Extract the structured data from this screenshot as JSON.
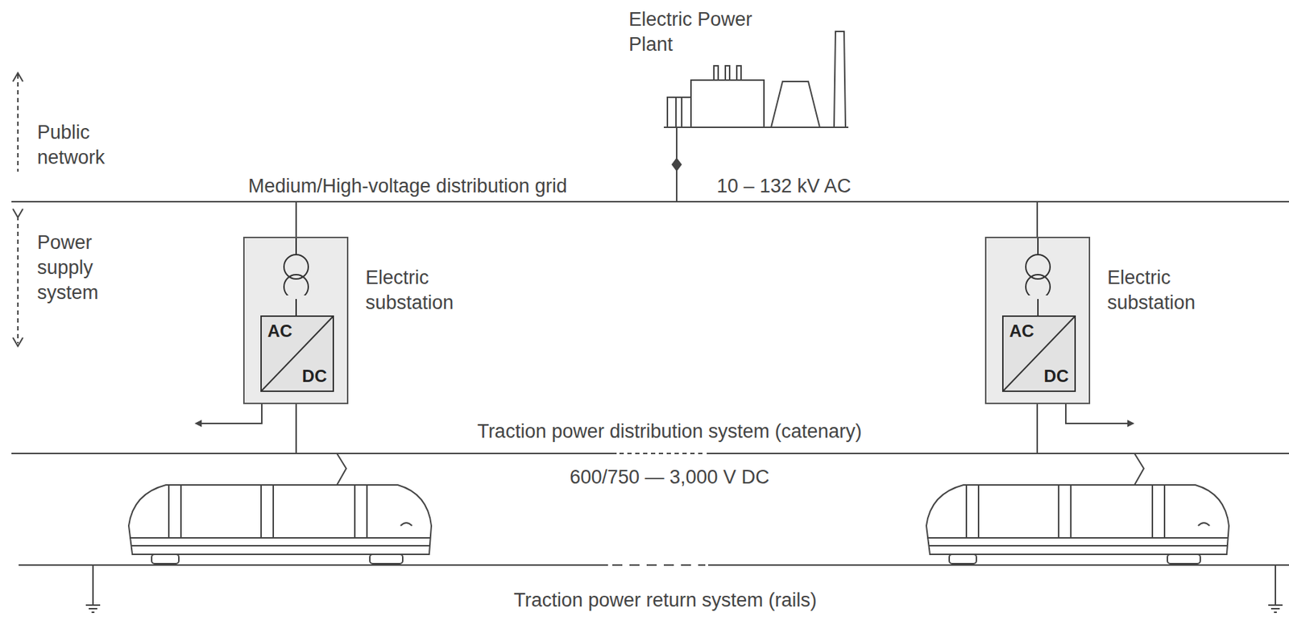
{
  "diagram": {
    "nodes": [
      {
        "text": [
          "Electric substation"
        ]
      },
      {
        "text": [
          "AC",
          "DC"
        ],
        "in": 0
      },
      {
        "text": [
          "Electric substation"
        ]
      },
      {
        "text": [
          "AC",
          "DC"
        ],
        "in": 2
      }
    ],
    "labels": [
      "Electric Power Plant",
      "Public network",
      "Medium/High-voltage distribution grid",
      "10 – 132 kV AC",
      "Power supply system",
      "Traction power distribution system (catenary)",
      "600/750 — 3,000 V DC",
      "Traction power return system (rails)"
    ]
  }
}
